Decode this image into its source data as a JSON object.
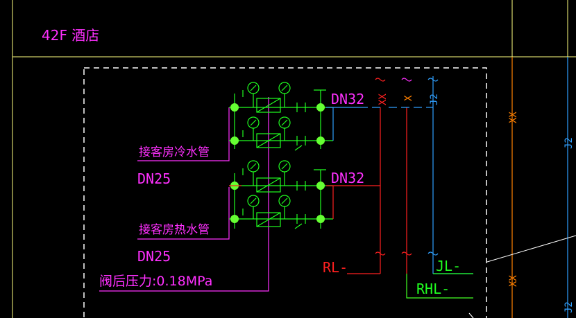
{
  "colors": {
    "background": "#000000",
    "frame": "#ffff80",
    "magenta": "#ff30ff",
    "green": "#20ff20",
    "green_dark": "#18c018",
    "white": "#ffffff",
    "red": "#ff2020",
    "cyan": "#30a0ff",
    "orange": "#ff8000",
    "node": "#66ff33"
  },
  "labels": {
    "floor": "42F 酒店",
    "cold_pipe": "接客房冷水管",
    "hot_pipe": "接客房热水管",
    "dn25_top": "DN25",
    "dn25_bottom": "DN25",
    "dn32_top": "DN32",
    "dn32_bottom": "DN32",
    "pressure": "阀后压力:0.18MPa",
    "rl": "RL-",
    "rhl": "RHL-",
    "jl": "JL-",
    "xx_left": "XX",
    "x_mid": "X",
    "j2_top": "J2",
    "xx_right_1": "XX",
    "j2_right_1": "J2",
    "xx_right_2": "XX",
    "j2_right_2": "J2"
  }
}
